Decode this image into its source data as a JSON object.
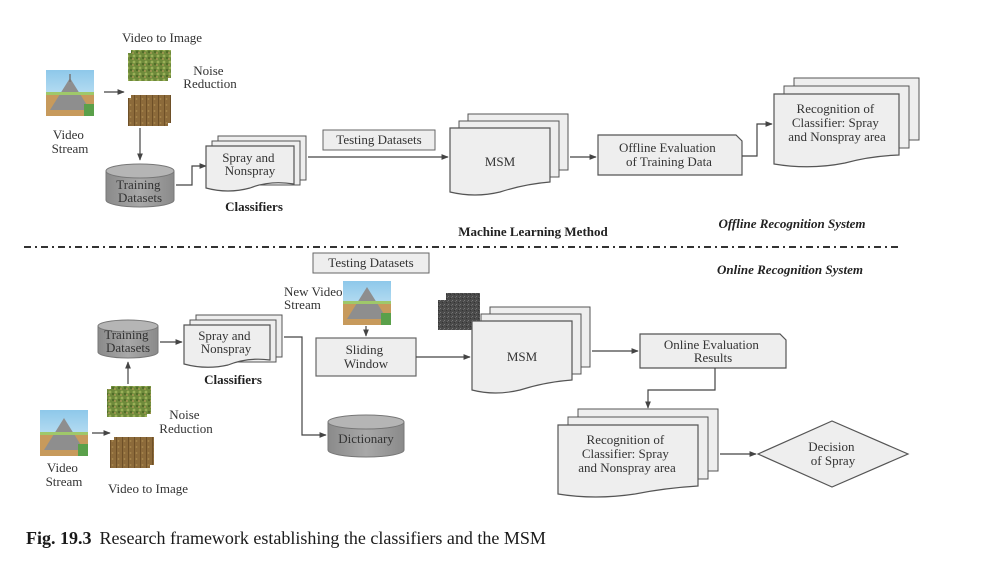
{
  "figure": {
    "caption_label": "Fig. 19.3",
    "caption_text": "Research framework establishing the classifiers and the MSM"
  },
  "sections": {
    "divider_above_label": "Machine Learning Method",
    "offline_title": "Offline Recognition System",
    "online_title": "Online Recognition System"
  },
  "offline": {
    "video_stream": [
      "Video",
      "Stream"
    ],
    "video_to_image": "Video to Image",
    "noise_reduction": [
      "Noise",
      "Reduction"
    ],
    "training_datasets": [
      "Training",
      "Datasets"
    ],
    "classifier_doc": [
      "Spray and",
      "Nonspray"
    ],
    "classifiers_label": "Classifiers",
    "testing_datasets": "Testing Datasets",
    "msm": "MSM",
    "evaluation": [
      "Offline Evaluation",
      "of Training Data"
    ],
    "recognition": [
      "Recognition of",
      "Classifier:  Spray",
      "and Nonspray area"
    ]
  },
  "online": {
    "training_datasets": [
      "Training",
      "Datasets"
    ],
    "classifier_doc": [
      "Spray and",
      "Nonspray"
    ],
    "classifiers_label": "Classifiers",
    "testing_datasets": "Testing Datasets",
    "new_video_stream": [
      "New Video",
      "Stream"
    ],
    "sliding_window": [
      "Sliding",
      "Window"
    ],
    "msm": "MSM",
    "dictionary": "Dictionary",
    "evaluation": [
      "Online Evaluation",
      "Results"
    ],
    "recognition": [
      "Recognition of",
      "Classifier:  Spray",
      "and Nonspray area"
    ],
    "decision": [
      "Decision",
      "of Spray"
    ],
    "video_stream": [
      "Video",
      "Stream"
    ],
    "noise_reduction": [
      "Noise",
      "Reduction"
    ],
    "video_to_image": "Video to Image"
  },
  "colors": {
    "box_fill": "#eeeeee",
    "box_stroke": "#555555",
    "cylinder_fill": "#9a9a9a",
    "line": "#444444"
  }
}
